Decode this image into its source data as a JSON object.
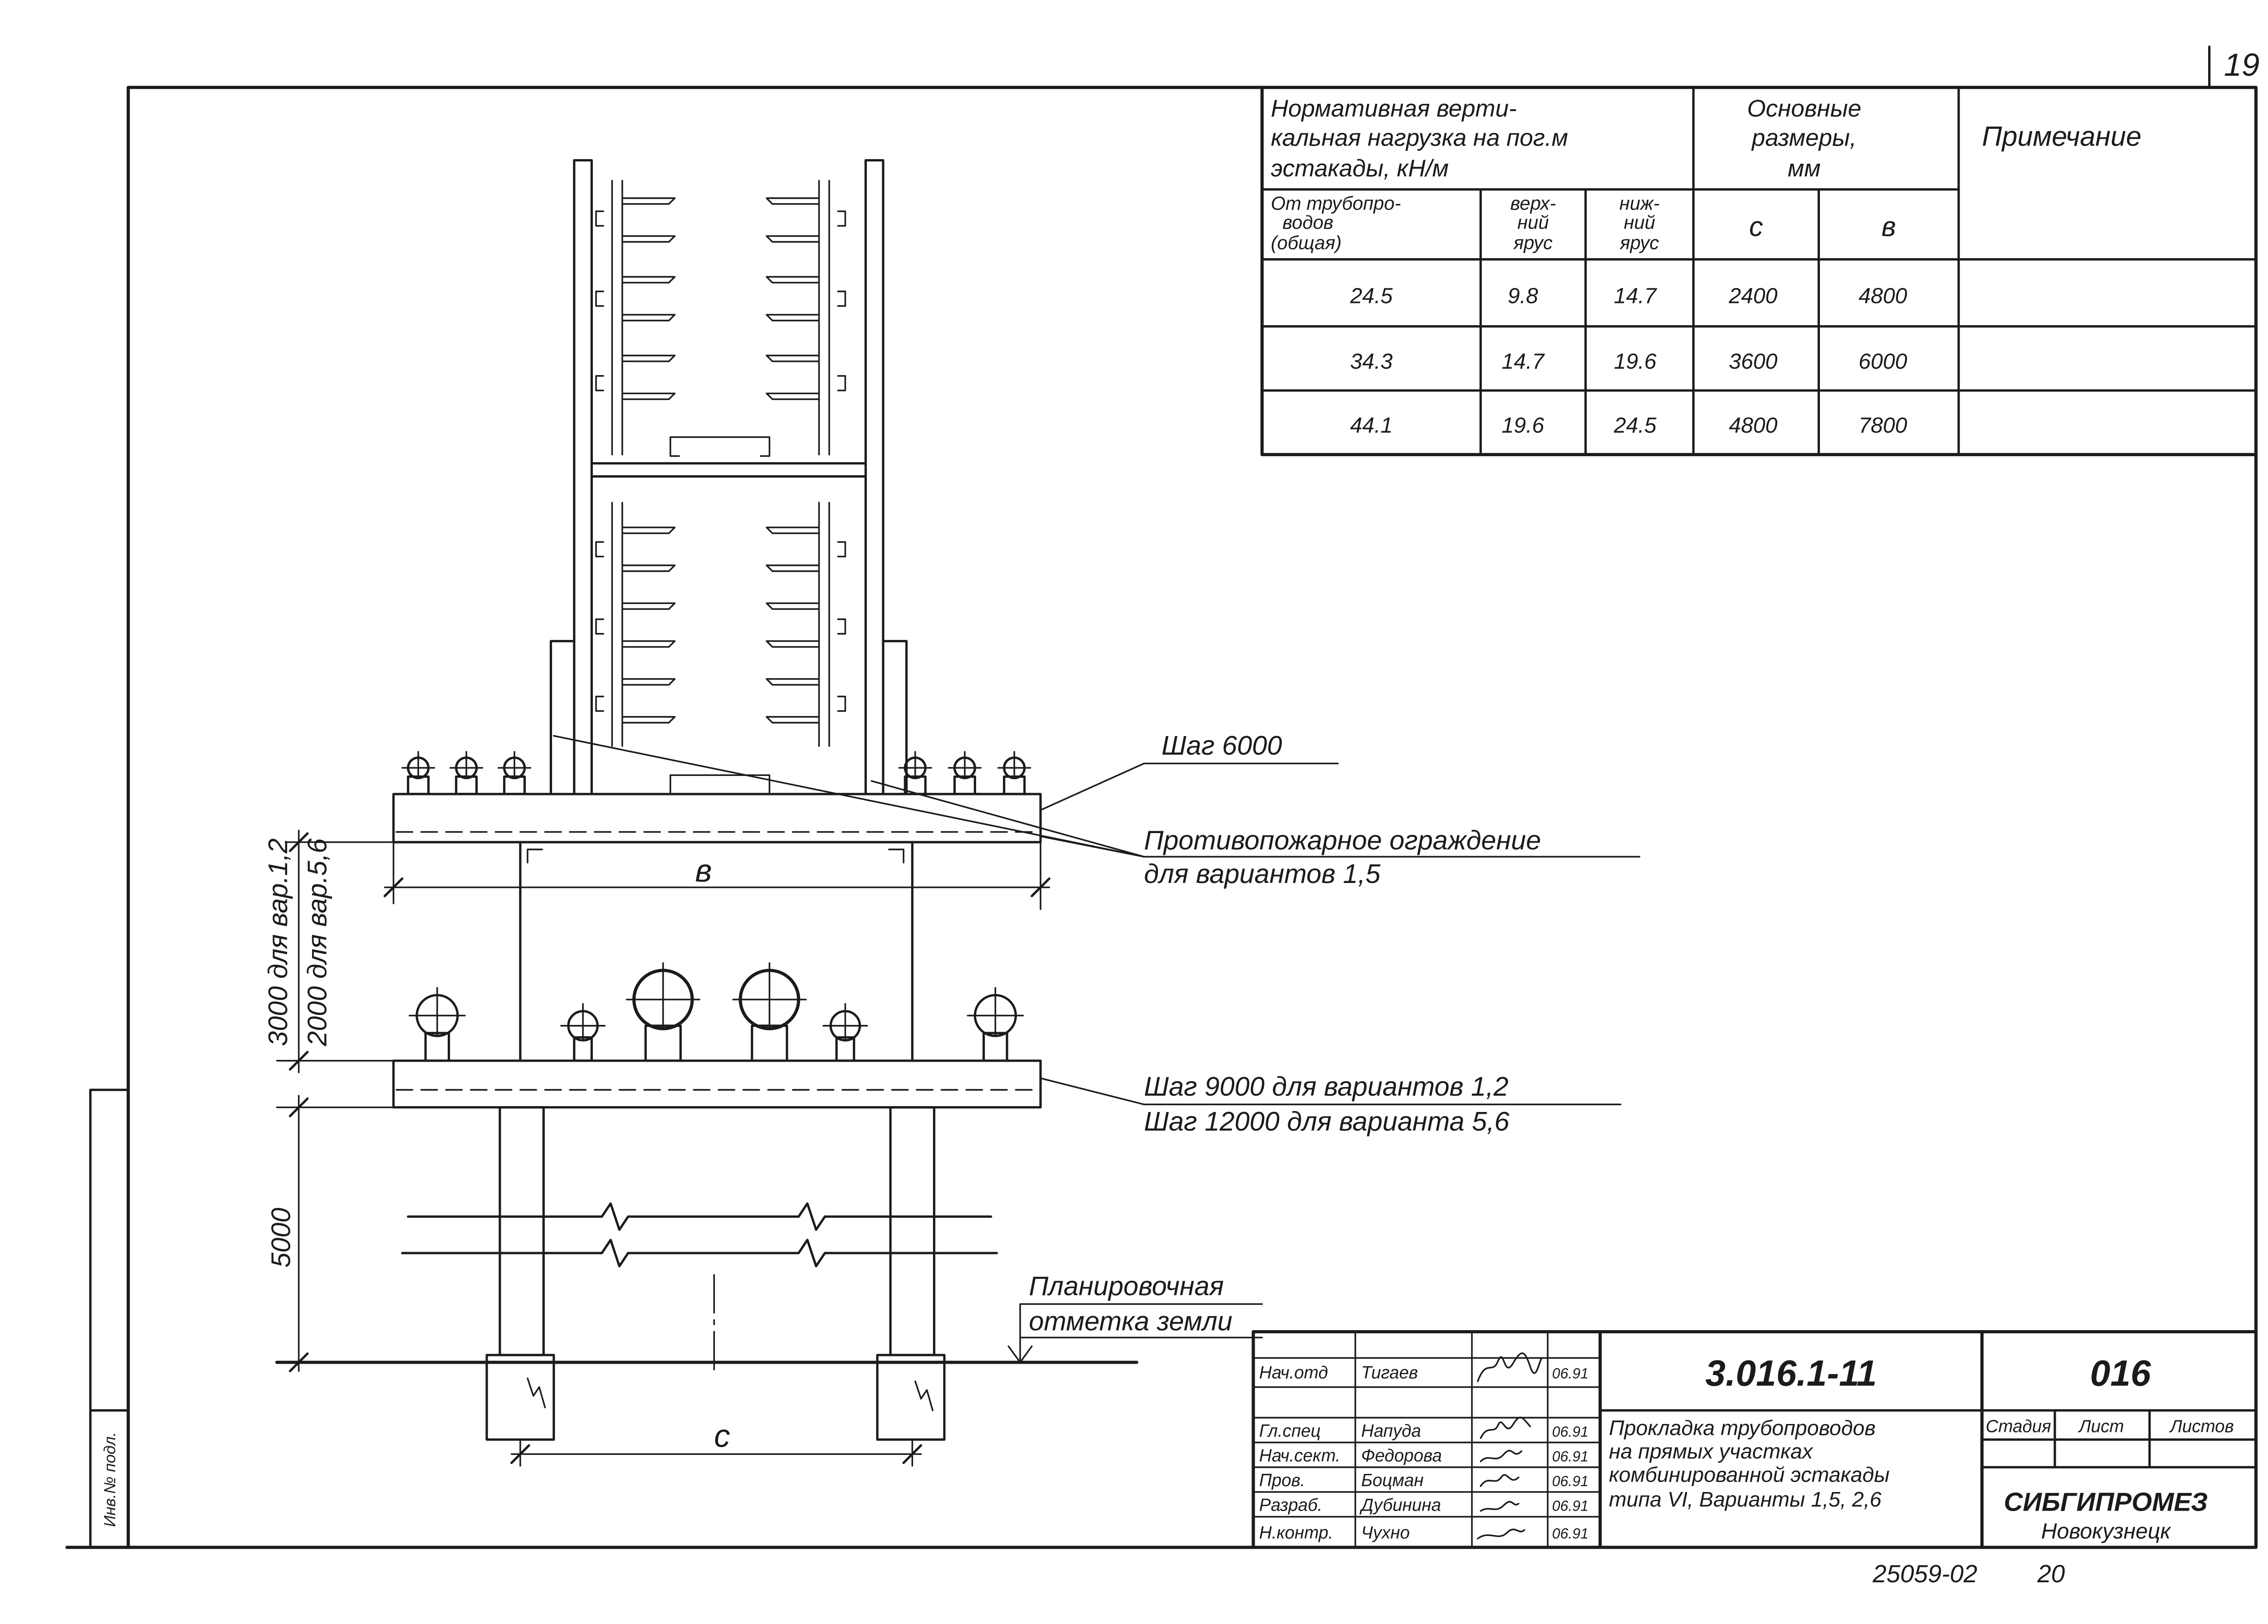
{
  "sheet": {
    "page_number": "19",
    "footer_code": "25059-02",
    "footer_page": "20",
    "left_margin_label": "Инв.№ подл."
  },
  "table": {
    "header_load": [
      "Нормативная верти-",
      "кальная нагрузка на пог.м",
      "эстакады, кН/м"
    ],
    "header_dims": [
      "Основные",
      "размеры,",
      "мм"
    ],
    "header_notes": "Примечание",
    "sub_pipelines": [
      "От трубопро-",
      "водов",
      "(общая)"
    ],
    "sub_upper": [
      "верх-",
      "ний",
      "ярус"
    ],
    "sub_lower": [
      "ниж-",
      "ний",
      "ярус"
    ],
    "sub_c": "с",
    "sub_b": "в",
    "rows": [
      [
        "24.5",
        "9.8",
        "14.7",
        "2400",
        "4800"
      ],
      [
        "34.3",
        "14.7",
        "19.6",
        "3600",
        "6000"
      ],
      [
        "44.1",
        "19.6",
        "24.5",
        "4800",
        "7800"
      ]
    ]
  },
  "drawing": {
    "step_6000": "Шаг 6000",
    "fire_barrier": [
      "Противопожарное ограждение",
      "для вариантов 1,5"
    ],
    "dim_b": "в",
    "dim_3000": "3000 для вар.1,2",
    "dim_2000": "2000 для вар.5,6",
    "step_9000": [
      "Шаг 9000 для вариантов 1,2",
      "Шаг 12000 для варианта 5,6"
    ],
    "dim_5000": "5000",
    "ground": [
      "Планировочная",
      "отметка земли"
    ],
    "dim_c": "с"
  },
  "title_block": {
    "staff": [
      {
        "role": "Нач.отд",
        "name": "Тигаев",
        "date": "06.91"
      },
      {
        "role": "Гл.спец",
        "name": "Напуда",
        "date": "06.91"
      },
      {
        "role": "Нач.сект.",
        "name": "Федорова",
        "date": "06.91"
      },
      {
        "role": "Пров.",
        "name": "Боцман",
        "date": "06.91"
      },
      {
        "role": "Разраб.",
        "name": "Дубинина",
        "date": "06.91"
      },
      {
        "role": "Н.контр.",
        "name": "Чухно",
        "date": "06.91"
      }
    ],
    "designation": "3.016.1-11",
    "sheet_code": "016",
    "title": [
      "Прокладка трубопроводов",
      "на прямых участках",
      "комбинированной эстакады",
      "типа VI, Варианты 1,5, 2,6"
    ],
    "stage_label": "Стадия",
    "sheet_label": "Лист",
    "sheets_label": "Листов",
    "organization": "СИБГИПРОМЕЗ",
    "city": "Новокузнецк"
  }
}
